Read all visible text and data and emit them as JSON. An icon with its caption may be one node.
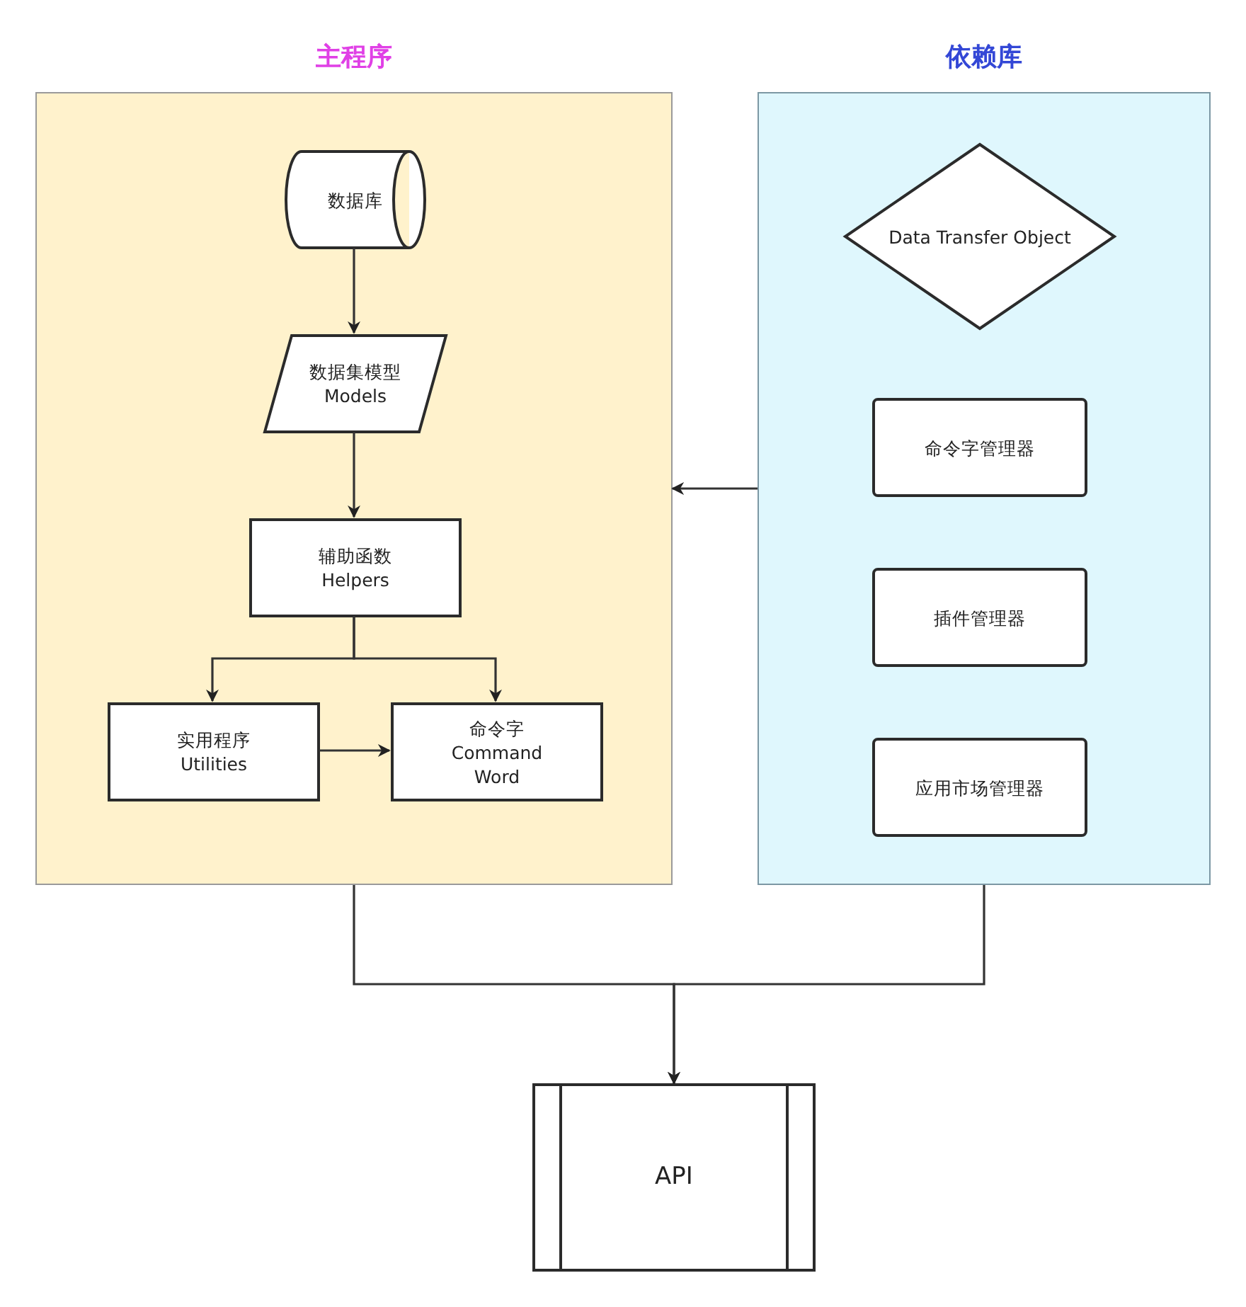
{
  "diagram": {
    "nodes": [
      {
        "text": [
          "主程序"
        ]
      },
      {
        "text": [
          "数据库"
        ],
        "in": 0
      },
      {
        "text": [
          "数据集模型 Models"
        ],
        "in": 0
      },
      {
        "text": [
          "辅助函数 Helpers"
        ],
        "in": 0
      },
      {
        "text": [
          "实用程序 Utilities"
        ],
        "in": 0
      },
      {
        "text": [
          "命令字 Command Word"
        ],
        "in": 0
      },
      {
        "text": [
          "依赖库"
        ]
      },
      {
        "text": [
          "Data Transfer Object"
        ],
        "in": 6
      },
      {
        "text": [
          "命令字管理器"
        ],
        "in": 6
      },
      {
        "text": [
          "插件管理器"
        ],
        "in": 6
      },
      {
        "text": [
          "应用市场管理器"
        ],
        "in": 6
      },
      {
        "text": [
          "API"
        ]
      }
    ],
    "edges": [
      {
        "from": 1,
        "to": 2,
        "arrow": "to"
      },
      {
        "from": 2,
        "to": 3,
        "arrow": "to"
      },
      {
        "from": 3,
        "to": 4,
        "arrow": "to"
      },
      {
        "from": 3,
        "to": 5,
        "arrow": "to"
      },
      {
        "from": 4,
        "to": 5,
        "arrow": "to"
      },
      {
        "from": 6,
        "to": 0,
        "arrow": "to"
      },
      {
        "from": 0,
        "to": 11,
        "arrow": "to"
      },
      {
        "from": 6,
        "to": 11,
        "arrow": "to"
      }
    ]
  }
}
